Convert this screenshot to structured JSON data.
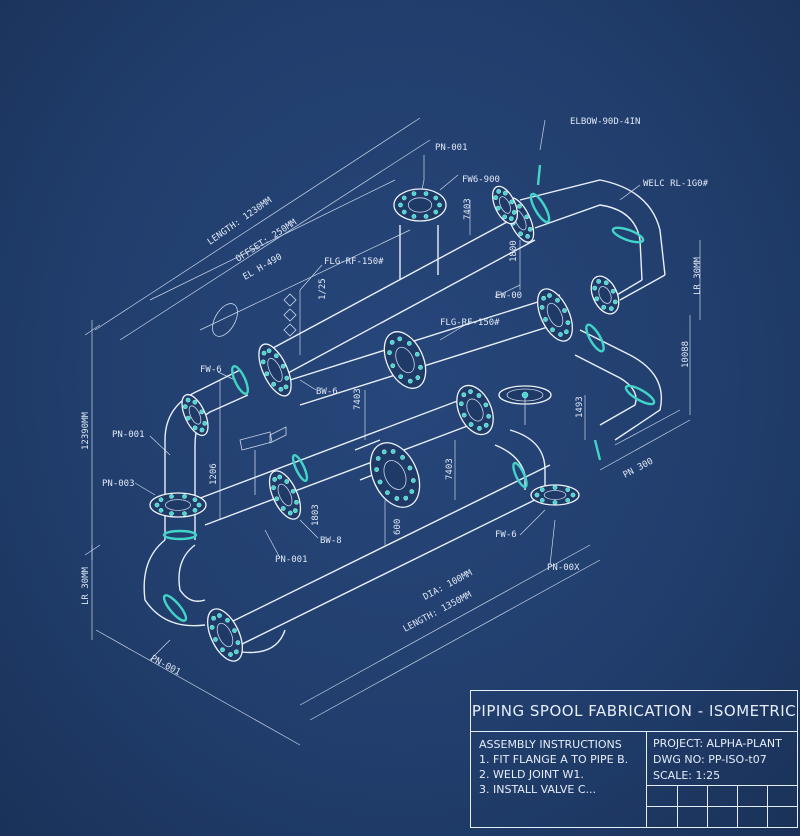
{
  "drawing": {
    "labels": {
      "pn_001_top": "PN-001",
      "fw_6_top": "FW6-900",
      "elbow": "ELBOW-90D-4IN",
      "weld_top_right": "WELC RL-1G0#",
      "length_top": "LENGTH: 1230MM",
      "offset_top": "OFFSET: 250MM",
      "el_label": "EL H-490",
      "flg_rf_top": "FLG-RF-150#",
      "dim_1_25": "1/25",
      "dim_7403": "7403",
      "dim_1800_a": "1800",
      "ew_00": "EW-00",
      "dim_lr_right": "LR 30MM",
      "flg_rf_mid": "FLG-RF-150#",
      "dim_10088": "10088",
      "fw_6_left": "FW-6",
      "bw_6": "BW-6",
      "dim_7403_b": "7403",
      "dim_12390": "12390MM",
      "pn_001_left": "PN-001",
      "pn_003": "PN-003",
      "dim_1206": "1206",
      "dim_1803": "1803",
      "dim_7403_c": "7403",
      "dim_1493": "1493",
      "pn_300": "PN 300",
      "bw_8": "BW-8",
      "dim_600": "600",
      "pn_001_mid": "PN-001",
      "fw_6_bottom": "FW-6",
      "pn_00x": "PN-00X",
      "dim_lr_left": "LR 30MM",
      "dia": "DIA: 100MM",
      "length_bottom": "LENGTH: 1350MM",
      "pn_001_bottom": "PN-001"
    }
  },
  "title_block": {
    "title": "PIPING SPOOL FABRICATION - ISOMETRIC",
    "assembly_heading": "ASSEMBLY INSTRUCTIONS",
    "steps": [
      "1. FIT FLANGE A TO PIPE B.",
      "2. WELD JOINT W1.",
      "3. INSTALL VALVE C..."
    ],
    "project": "PROJECT: ALPHA-PLANT",
    "dwg_no": "DWG NO:  PP-ISO-t07",
    "scale": "SCALE: 1:25"
  },
  "colors": {
    "background": "#213e6d",
    "lines": "#e8f0fb",
    "accent": "#43d4c8"
  }
}
